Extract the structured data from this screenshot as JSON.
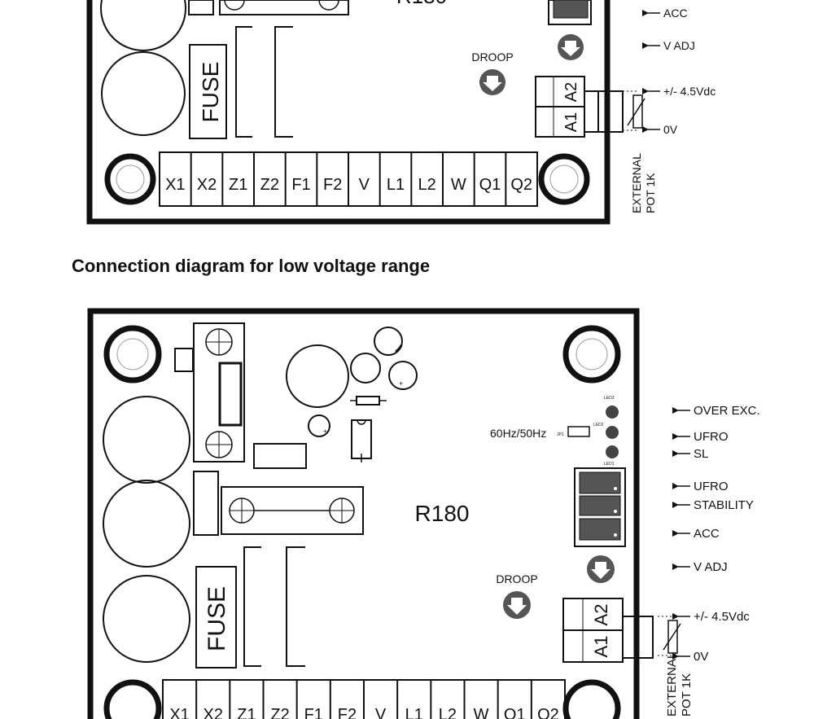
{
  "heading": "Connection diagram for low voltage range",
  "model": "R180",
  "fuse_label": "FUSE",
  "droop_label": "DROOP",
  "jumper_label": "60Hz/50Hz",
  "jumper_code": "JP1",
  "terminals": [
    "X1",
    "X2",
    "Z1",
    "Z2",
    "F1",
    "F2",
    "V",
    "L1",
    "L2",
    "W",
    "Q1",
    "Q2"
  ],
  "pot_terminals": [
    "A2",
    "A1"
  ],
  "leds": [
    "LED3",
    "LED2",
    "LED1"
  ],
  "pot_caption": [
    "EXTERNAL",
    "POT 1K"
  ],
  "top_board": {
    "labels": [
      "ACC",
      "V ADJ",
      "+/- 4.5Vdc",
      "0V"
    ]
  },
  "bottom_board": {
    "labels": [
      "OVER EXC.",
      "UFRO",
      "SL",
      "UFRO",
      "STABILITY",
      "ACC",
      "V ADJ",
      "+/- 4.5Vdc",
      "0V"
    ]
  },
  "colors": {
    "line": "#111111",
    "led": "#444444",
    "arrow_icon": "#555555"
  }
}
